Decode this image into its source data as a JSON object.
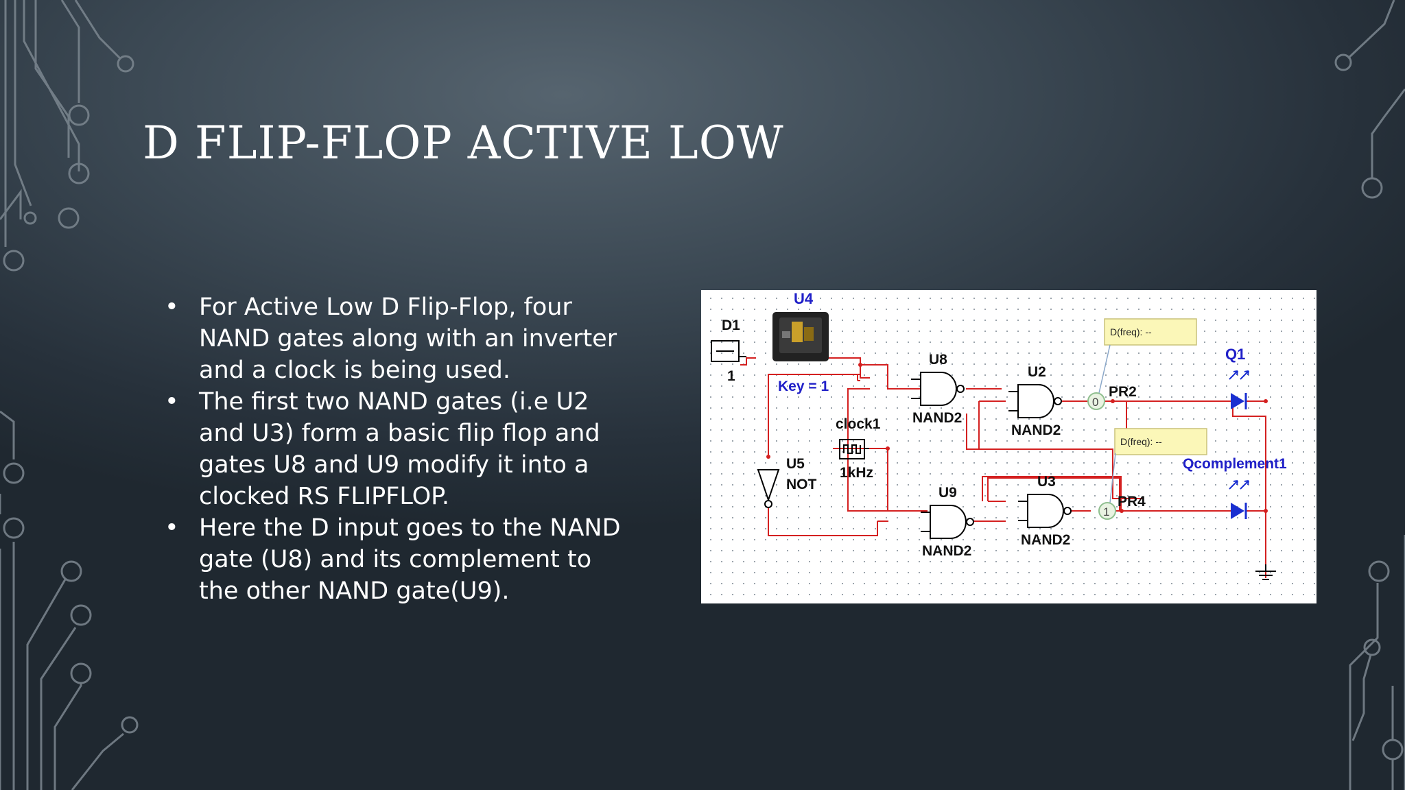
{
  "slide": {
    "title": "D FLIP-FLOP ACTIVE LOW",
    "bullets": [
      "For Active Low D Flip-Flop, four NAND gates along with an inverter and a clock is being used.",
      "The first two NAND gates (i.e U2 and U3) form a basic flip flop and gates U8 and U9 modify it into a clocked RS FLIPFLOP.",
      "Here the D input goes to the NAND gate (U8) and its complement to the other NAND gate(U9)."
    ],
    "bullet_marker": "•"
  },
  "schematic": {
    "d1": {
      "ref": "D1",
      "value": "1"
    },
    "key": {
      "ref": "U4",
      "label": "Key = 1"
    },
    "clock": {
      "ref": "clock1",
      "freq": "1kHz"
    },
    "inverter": {
      "ref": "U5",
      "type": "NOT"
    },
    "gates": [
      {
        "ref": "U8",
        "type": "NAND2"
      },
      {
        "ref": "U2",
        "type": "NAND2"
      },
      {
        "ref": "U9",
        "type": "NAND2"
      },
      {
        "ref": "U3",
        "type": "NAND2"
      }
    ],
    "probes": [
      {
        "ref": "PR2",
        "state": "0",
        "readout": "D(freq): --"
      },
      {
        "ref": "PR4",
        "state": "1",
        "readout": "D(freq): --"
      }
    ],
    "leds": [
      {
        "ref": "Q1"
      },
      {
        "ref": "Qcomplement1"
      }
    ],
    "colors": {
      "wire": "#d42020",
      "led": "#1a2fd0",
      "label_blue": "#2020c8",
      "probe_fill": "#fbf7b8",
      "probe_ring": "#8fbf8f"
    }
  }
}
